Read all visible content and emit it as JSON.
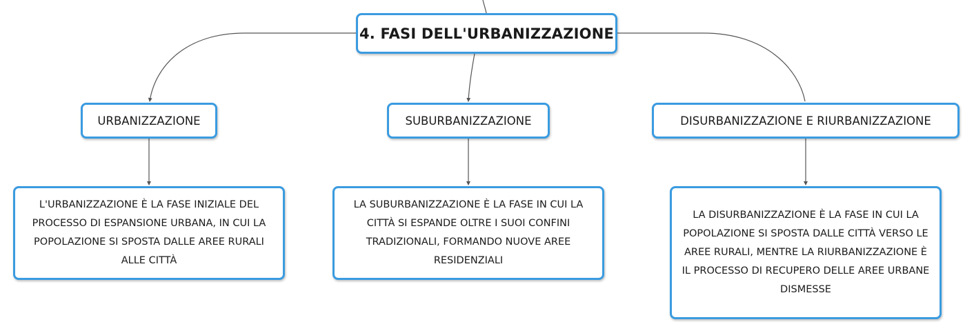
{
  "root": {
    "label": "4. FASI DELL'URBANIZZAZIONE"
  },
  "topics": [
    {
      "label": "URBANIZZAZIONE",
      "description": "L'URBANIZZAZIONE È LA FASE INIZIALE DEL PROCESSO DI ESPANSIONE URBANA, IN CUI LA POPOLAZIONE SI SPOSTA DALLE AREE RURALI ALLE CITTÀ"
    },
    {
      "label": "SUBURBANIZZAZIONE",
      "description": "LA SUBURBANIZZAZIONE È LA FASE IN CUI LA CITTÀ SI ESPANDE OLTRE I SUOI CONFINI TRADIZIONALI, FORMANDO NUOVE AREE RESIDENZIALI"
    },
    {
      "label": "DISURBANIZZAZIONE E RIURBANIZZAZIONE",
      "description": "LA DISURBANIZZAZIONE È LA FASE IN CUI LA POPOLAZIONE SI SPOSTA DALLE CITTÀ VERSO LE AREE RURALI, MENTRE LA RIURBANIZZAZIONE È IL PROCESSO DI RECUPERO DELLE AREE URBANE DISMESSE"
    }
  ],
  "colors": {
    "node_border": "#3a9be0",
    "connector": "#555555",
    "text": "#1a1a1a",
    "background": "#ffffff"
  }
}
